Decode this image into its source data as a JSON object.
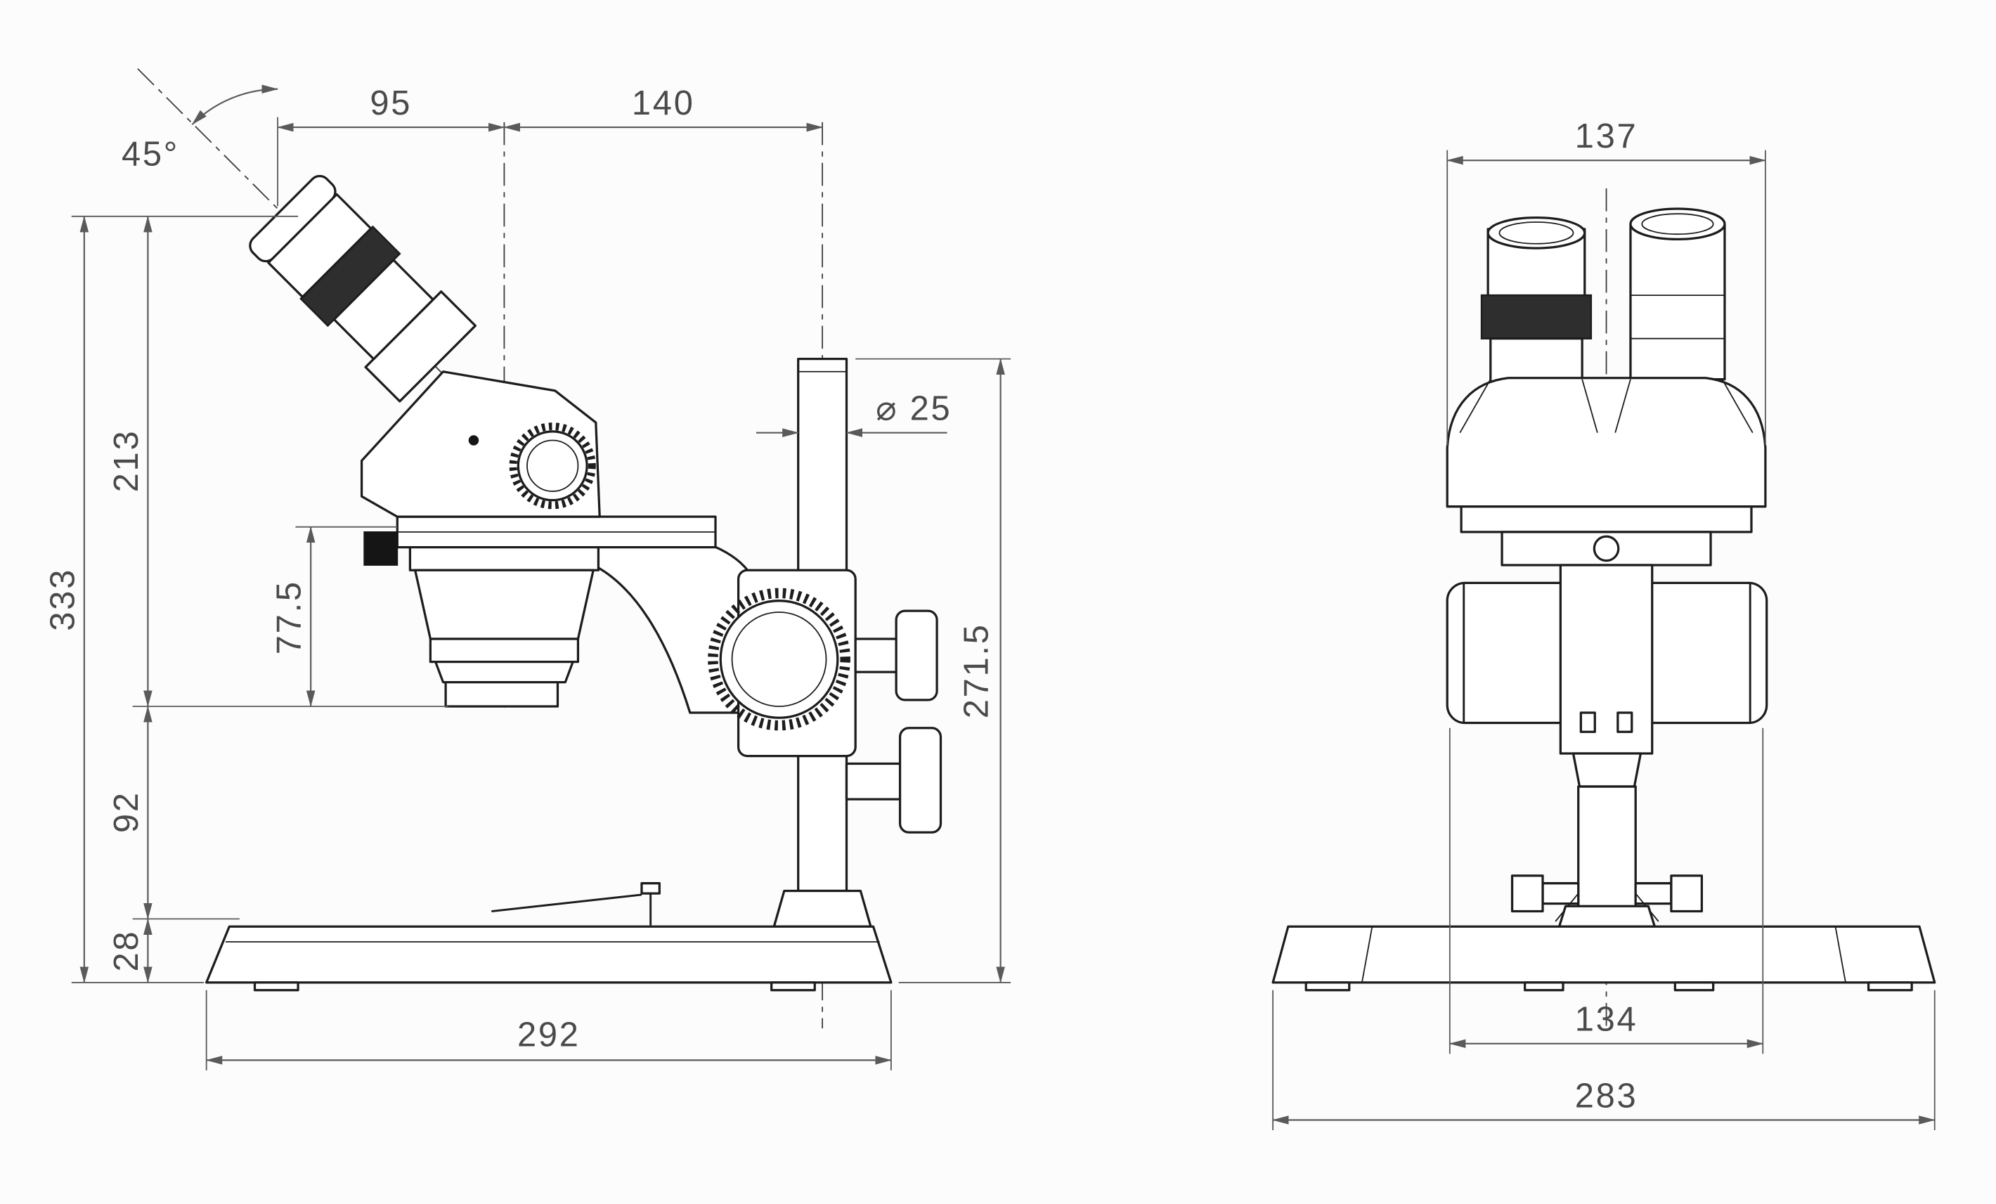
{
  "drawing": {
    "colors": {
      "geometry": "#1d1d1d",
      "dimension_lines": "#5a5a5a",
      "label_text": "#4a4a4a",
      "background": "#fcfcfc"
    },
    "side_view": {
      "dimensions": {
        "eyepiece_angle": "45°",
        "eyepiece_to_objective_axis": "95",
        "objective_axis_to_column": "140",
        "overall_height": "333",
        "head_height": "213",
        "objective_height": "77.5",
        "base_clearance": "92",
        "base_thickness": "28",
        "base_depth": "292",
        "column_diameter": "⌀ 25",
        "column_height": "271.5"
      }
    },
    "front_view": {
      "dimensions": {
        "head_width": "137",
        "knob_span": "134",
        "base_width": "283"
      }
    }
  }
}
